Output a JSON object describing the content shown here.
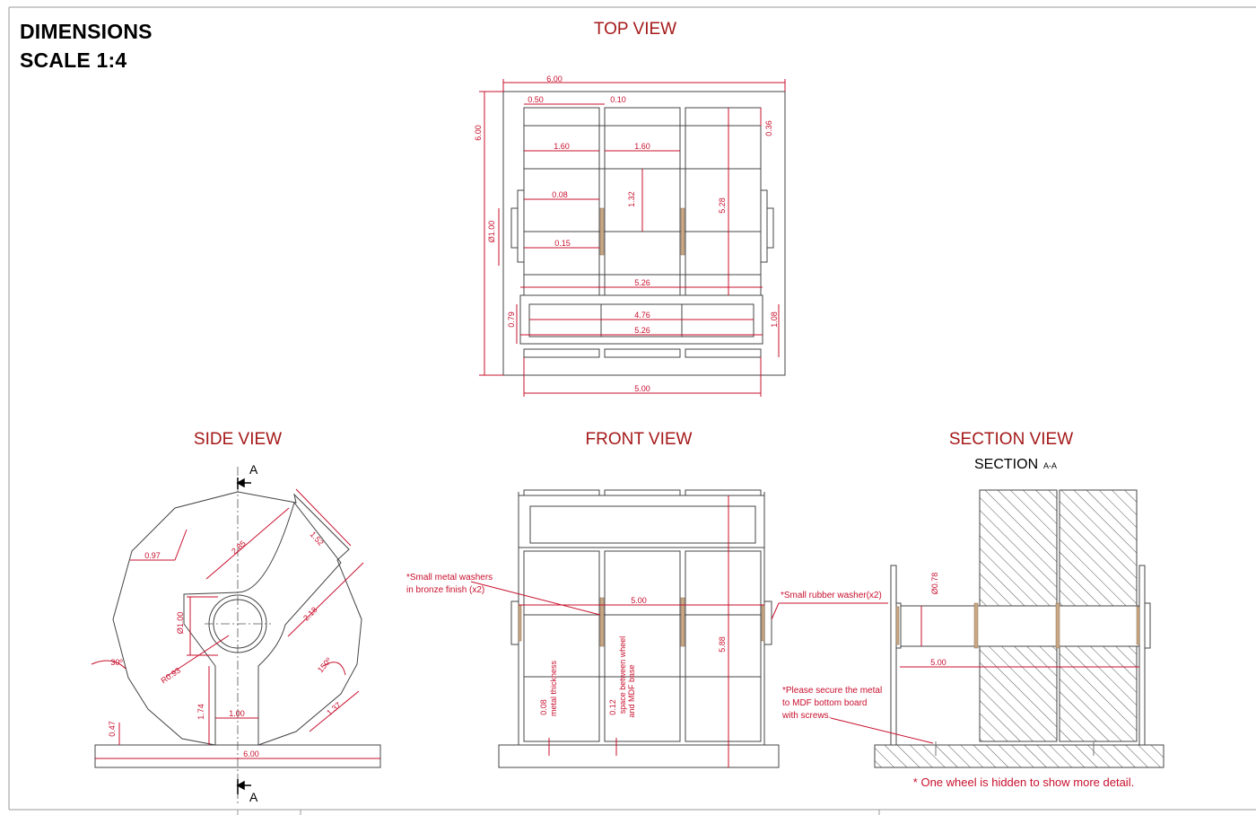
{
  "header": {
    "title": "DIMENSIONS",
    "scale": "SCALE 1:4"
  },
  "views": {
    "top": "TOP  VIEW",
    "side": "SIDE VIEW",
    "front": "FRONT VIEW",
    "section": "SECTION VIEW",
    "section_sub": "SECTION",
    "section_sub_small": "A-A"
  },
  "section_marks": {
    "top": "A",
    "bottom": "A"
  },
  "top_view_dims": {
    "w600": "6.00",
    "h600": "6.00",
    "d050": "0.50",
    "d010": "0.10",
    "d036": "0.36",
    "d160a": "1.60",
    "d160b": "1.60",
    "d008": "0.08",
    "d132": "1.32",
    "d528": "5.28",
    "phi100": "Ø1.00",
    "d015": "0.15",
    "d526a": "5.26",
    "d476": "4.76",
    "d526b": "5.26",
    "d079": "0.79",
    "d108": "1.08",
    "d500": "5.00"
  },
  "side_view_dims": {
    "d097": "0.97",
    "d285": "2.85",
    "d152": "1.52",
    "d218": "2.18",
    "phi100": "Ø1.00",
    "r093": "R0.93",
    "a30": "30º",
    "a150": "150º",
    "d137": "1.37",
    "d174": "1.74",
    "d100": "1.00",
    "d047": "0.47",
    "d600": "6.00"
  },
  "front_view_dims": {
    "d500": "5.00",
    "d588": "5.88",
    "d008": "0.08",
    "metal": "metal thickness",
    "d012": "0.12",
    "space1": "space between wheel",
    "space2": "and MDF base"
  },
  "section_view_dims": {
    "phi078": "Ø0.78",
    "d500": "5.00"
  },
  "notes": {
    "washer1": "*Small metal washers",
    "washer2": "in bronze finish (x2)",
    "rubber": "*Small rubber washer(x2)",
    "secure1": "*Please secure the metal",
    "secure2": "to MDF bottom board",
    "secure3": "with screws.",
    "hidden": "* One wheel is hidden to show more detail."
  },
  "colors": {
    "dim": "#c8102e",
    "title": "#a51919",
    "line": "#333333",
    "bronze": "#b08a6a"
  }
}
